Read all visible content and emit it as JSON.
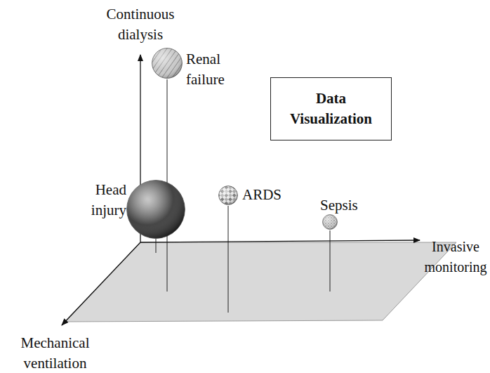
{
  "diagram": {
    "nodes": [
      {
        "text": [
          "Renal failure"
        ]
      },
      {
        "text": [
          "Data Visualization"
        ]
      },
      {
        "text": [
          "Head injury"
        ]
      },
      {
        "text": [
          "ARDS"
        ]
      },
      {
        "text": [
          "Sepsis"
        ]
      }
    ],
    "edges": [],
    "labels": [
      "Continuous dialysis",
      "Invasive monitoring",
      "Mechanical ventilation"
    ]
  }
}
